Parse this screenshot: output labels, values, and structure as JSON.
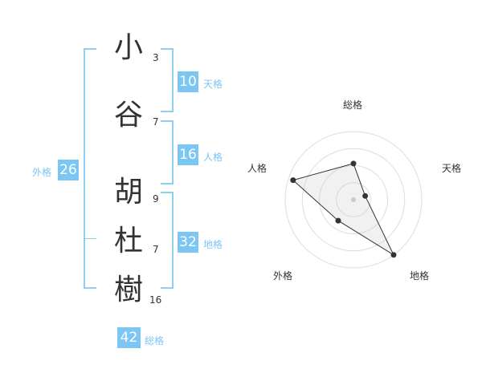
{
  "name_chars": [
    {
      "char": "小",
      "strokes": "3"
    },
    {
      "char": "谷",
      "strokes": "7"
    },
    {
      "char": "胡",
      "strokes": "9"
    },
    {
      "char": "杜",
      "strokes": "7"
    },
    {
      "char": "樹",
      "strokes": "16"
    }
  ],
  "grades": {
    "tenkaku": {
      "value": "10",
      "label": "天格"
    },
    "jinkaku": {
      "value": "16",
      "label": "人格"
    },
    "chikaku": {
      "value": "32",
      "label": "地格"
    },
    "gaikaku": {
      "value": "26",
      "label": "外格"
    },
    "soukaku": {
      "value": "42",
      "label": "総格"
    }
  },
  "colors": {
    "accent": "#7cc6f3",
    "bracket": "#8fcef3",
    "text": "#333333"
  },
  "chart_data": {
    "type": "radar",
    "axes": [
      "総格",
      "天格",
      "地格",
      "外格",
      "人格"
    ],
    "values": [
      0.53,
      0.18,
      1.0,
      0.38,
      0.93
    ],
    "ring_count": 4
  }
}
